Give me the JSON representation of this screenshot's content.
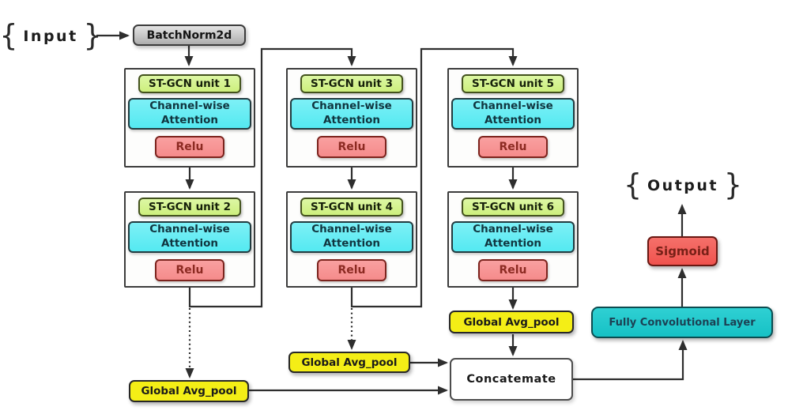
{
  "diagram": {
    "input": "Input",
    "output": "Output",
    "batchnorm": "BatchNorm2d",
    "attention": "Channel-wise Attention",
    "relu": "Relu",
    "global_avg_pool": "Global Avg_pool",
    "concatenate": "Concatemate",
    "fully_convolutional": "Fully Convolutional Layer",
    "sigmoid": "Sigmoid",
    "units": [
      {
        "title": "ST-GCN unit 1"
      },
      {
        "title": "ST-GCN unit 2"
      },
      {
        "title": "ST-GCN unit 3"
      },
      {
        "title": "ST-GCN unit 4"
      },
      {
        "title": "ST-GCN unit 5"
      },
      {
        "title": "ST-GCN unit 6"
      }
    ]
  },
  "colors": {
    "unit_green": "#cdef7d",
    "attention_cyan": "#54e9f1",
    "relu_pink": "#f58b8b",
    "relu_text": "#8c2a22",
    "pool_yellow": "#f4ee16",
    "fcl_teal": "#16c1c5",
    "fcl_text": "#1c4154",
    "sigmoid_red": "#f0534e",
    "sigmoid_text": "#772017",
    "batchnorm_gray": "#c6c6c6",
    "attention_text": "#10353f",
    "line_dark": "#2e2e2e"
  }
}
